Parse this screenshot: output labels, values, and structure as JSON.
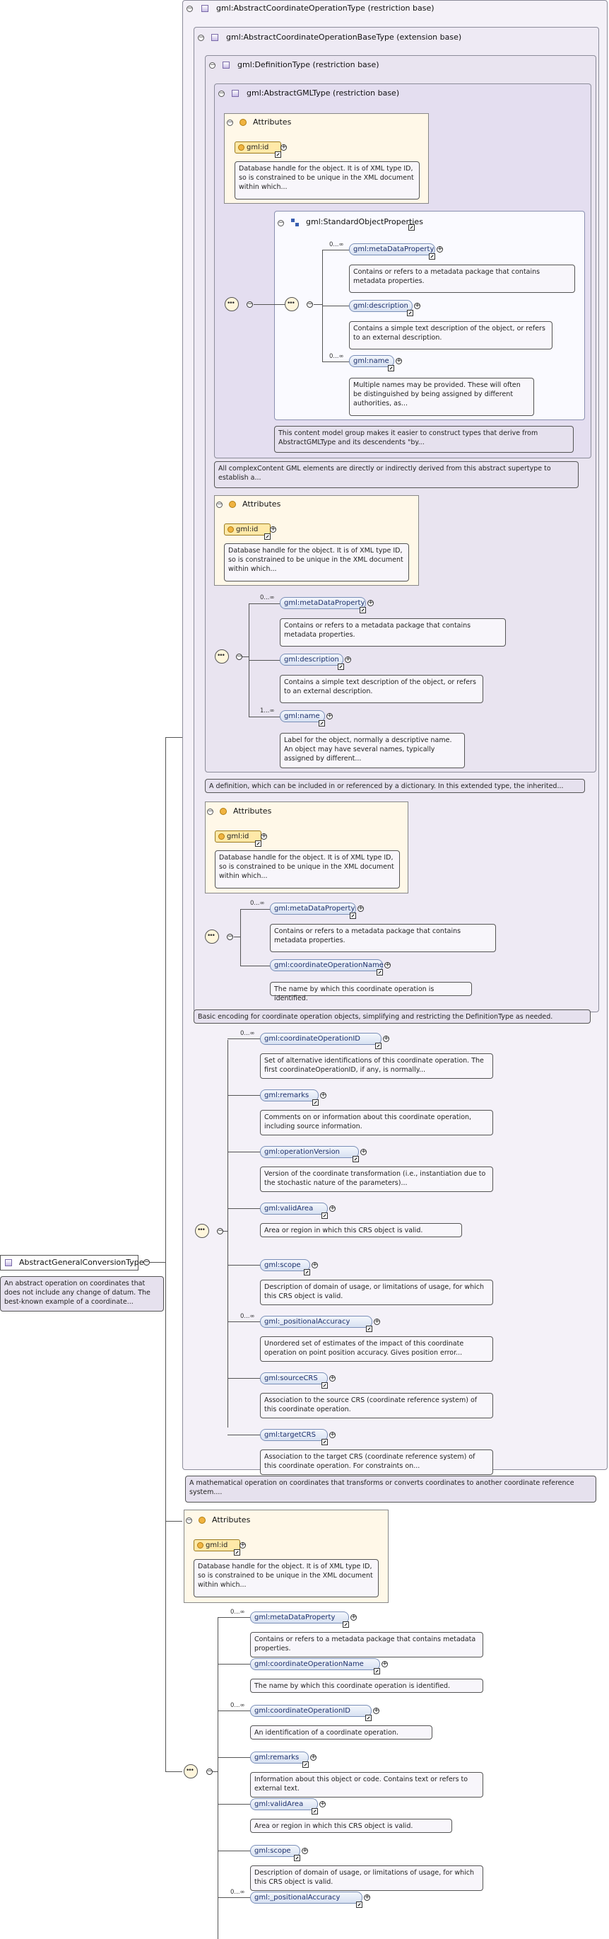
{
  "types": {
    "coordop": "gml:AbstractCoordinateOperationType (restriction base)",
    "coordopbase": "gml:AbstractCoordinateOperationBaseType (extension base)",
    "definition": "gml:DefinitionType (restriction base)",
    "gml": "gml:AbstractGMLType (restriction base)",
    "stdobj": "gml:StandardObjectProperties"
  },
  "root": {
    "label": "AbstractGeneralConversionType",
    "doc": "An abstract operation on coordinates that does not include any change of datum. The best-known example of a coordinate..."
  },
  "attributes_label": "Attributes",
  "gmlid_label": "gml:id",
  "gmlid_doc": "Database handle for the object. It is of XML type ID, so is constrained to be unique in the XML document within which...",
  "gml_section": {
    "metadata": {
      "label": "gml:metaDataProperty",
      "card": "0...∞",
      "doc": "Contains or refers to a metadata package that contains metadata properties."
    },
    "description": {
      "label": "gml:description",
      "doc": "Contains a simple text description of the object, or refers to an external description."
    },
    "name": {
      "label": "gml:name",
      "card": "0...∞",
      "doc": "Multiple names may be provided. These will often be distinguished by being assigned by different authorities, as..."
    },
    "stdobj_doc": "This content model group makes it easier to construct types that derive from AbstractGMLType and its descendents \"by...",
    "gml_doc": "All complexContent GML elements are directly or indirectly derived from this abstract supertype to establish a..."
  },
  "def_section": {
    "metadata": {
      "label": "gml:metaDataProperty",
      "card": "0...∞",
      "doc": "Contains or refers to a metadata package that contains metadata properties."
    },
    "description": {
      "label": "gml:description",
      "doc": "Contains a simple text description of the object, or refers to an external description."
    },
    "name": {
      "label": "gml:name",
      "card": "1...∞",
      "doc": "Label for the object, normally a descriptive name. An object may have several names, typically assigned by different..."
    },
    "def_doc": "A definition, which can be included in or referenced by a dictionary. In this extended type, the inherited..."
  },
  "base_section": {
    "metadata": {
      "label": "gml:metaDataProperty",
      "card": "0...∞",
      "doc": "Contains or refers to a metadata package that contains metadata properties."
    },
    "opname": {
      "label": "gml:coordinateOperationName",
      "doc": "The name by which this coordinate operation is identified."
    },
    "base_doc": "Basic encoding for coordinate operation objects, simplifying and restricting the DefinitionType as needed."
  },
  "op_section": {
    "items": [
      {
        "label": "gml:coordinateOperationID",
        "card": "0...∞",
        "doc": "Set of alternative identifications of this coordinate operation. The first coordinateOperationID, if any, is normally..."
      },
      {
        "label": "gml:remarks",
        "card": "",
        "doc": "Comments on or information about this coordinate operation, including source information."
      },
      {
        "label": "gml:operationVersion",
        "card": "",
        "doc": "Version of the coordinate transformation (i.e., instantiation due to the stochastic nature of the parameters)..."
      },
      {
        "label": "gml:validArea",
        "card": "",
        "doc": "Area or region in which this CRS object is valid."
      },
      {
        "label": "gml:scope",
        "card": "",
        "doc": "Description of domain of usage, or limitations of usage, for which this CRS object is valid."
      },
      {
        "label": "gml:_positionalAccuracy",
        "card": "0...∞",
        "doc": "Unordered set of estimates of the impact of this coordinate operation on point position accuracy. Gives position error..."
      },
      {
        "label": "gml:sourceCRS",
        "card": "",
        "doc": "Association to the source CRS (coordinate reference system) of this coordinate operation."
      },
      {
        "label": "gml:targetCRS",
        "card": "",
        "doc": "Association to the target CRS (coordinate reference system) of this coordinate operation. For constraints on..."
      }
    ],
    "op_doc": "A mathematical operation on coordinates that transforms or converts coordinates to another coordinate reference system...."
  },
  "final_section": {
    "items": [
      {
        "label": "gml:metaDataProperty",
        "card": "0...∞",
        "doc": "Contains or refers to a metadata package that contains metadata properties."
      },
      {
        "label": "gml:coordinateOperationName",
        "card": "",
        "doc": "The name by which this coordinate operation is identified."
      },
      {
        "label": "gml:coordinateOperationID",
        "card": "0...∞",
        "doc": "An identification of a coordinate operation."
      },
      {
        "label": "gml:remarks",
        "card": "",
        "doc": "Information about this object or code. Contains text or refers to external text."
      },
      {
        "label": "gml:validArea",
        "card": "",
        "doc": "Area or region in which this CRS object is valid."
      },
      {
        "label": "gml:scope",
        "card": "",
        "doc": "Description of domain of usage, or limitations of usage, for which this CRS object is valid."
      },
      {
        "label": "gml:_positionalAccuracy",
        "card": "0...∞",
        "doc": ""
      }
    ]
  }
}
